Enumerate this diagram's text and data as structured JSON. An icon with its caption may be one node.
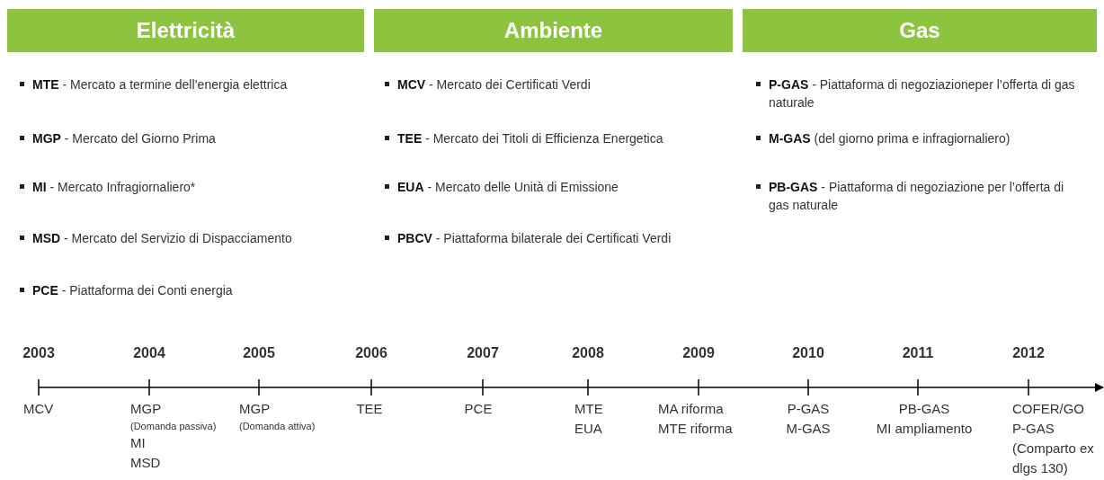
{
  "diagram": {
    "nodes": [
      {
        "text": [
          "Elettricità"
        ]
      },
      {
        "text": [
          "Ambiente"
        ]
      },
      {
        "text": [
          "Gas"
        ]
      }
    ],
    "labels": [
      "**MTE** - Mercato a termine dell’energia elettrica",
      "**MGP** - Mercato del Giorno Prima",
      "**MI** - Mercato Infragiornaliero*",
      "**MSD** - Mercato del Servizio di Dispacciamento",
      "**PCE** - Piattaforma dei Conti energia",
      "**MCV** - Mercato dei Certificati Verdi",
      "**TEE** - Mercato dei Titoli di Efficienza Energetica",
      "**EUA** - Mercato delle Unità di Emissione",
      "**PBCV** - Piattaforma bilaterale dei Certificati Verdi",
      "**P-GAS** - Piattaforma di negoziazioneper l’offerta di gas naturale",
      "**M-GAS** (del giorno prima e infragiornaliero)",
      "**PB-GAS** - Piattaforma di negoziazione per l’offerta di gas naturale",
      "2003",
      "2004",
      "2005",
      "2006",
      "2007",
      "2008",
      "2009",
      "2010",
      "2011",
      "2012",
      "MCV",
      "MGP",
      "(Domanda passiva)",
      "MI",
      "MSD",
      "MGP",
      "(Domanda attiva)",
      "TEE",
      "PCE",
      "MTE",
      "EUA",
      "MA riforma",
      "MTE riforma",
      "P-GAS",
      "M-GAS",
      "PB-GAS",
      "MI ampliamento",
      "COFER/GO",
      "P-GAS",
      "(Comparto ex dlgs 130)"
    ]
  }
}
